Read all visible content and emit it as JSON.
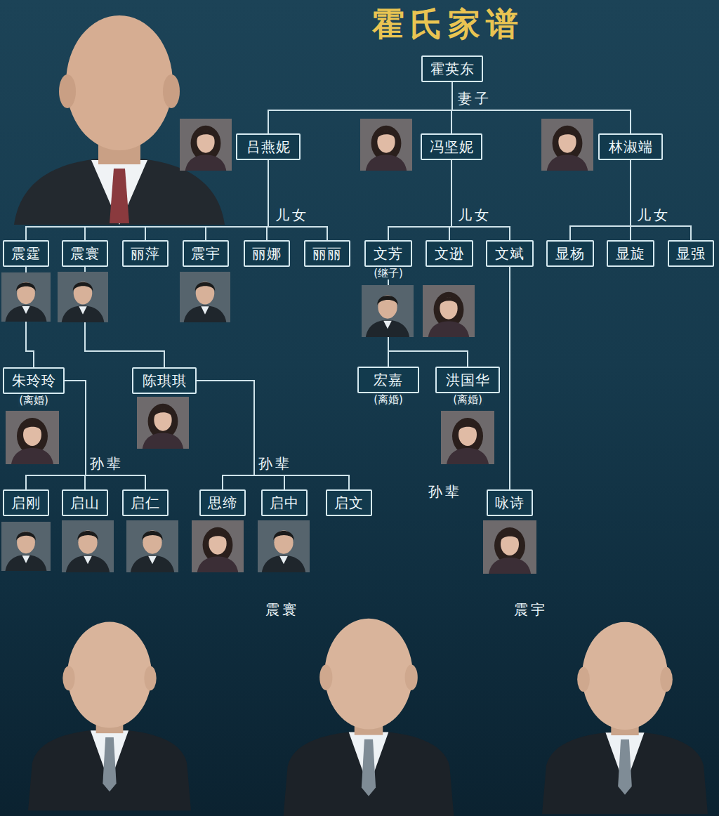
{
  "diagram": {
    "title": "霍氏家谱",
    "nodes": [
      {
        "text": [
          "霍英东"
        ]
      },
      {
        "text": [
          "吕燕妮"
        ]
      },
      {
        "text": [
          "冯坚妮"
        ]
      },
      {
        "text": [
          "林淑端"
        ]
      },
      {
        "text": [
          "震霆"
        ]
      },
      {
        "text": [
          "震寰"
        ]
      },
      {
        "text": [
          "丽萍"
        ]
      },
      {
        "text": [
          "震宇"
        ]
      },
      {
        "text": [
          "丽娜"
        ]
      },
      {
        "text": [
          "丽丽"
        ]
      },
      {
        "text": [
          "文芳",
          "(继子)"
        ]
      },
      {
        "text": [
          "文逊"
        ]
      },
      {
        "text": [
          "文斌"
        ]
      },
      {
        "text": [
          "显杨"
        ]
      },
      {
        "text": [
          "显旋"
        ]
      },
      {
        "text": [
          "显强"
        ]
      },
      {
        "text": [
          "朱玲玲",
          "(离婚)"
        ]
      },
      {
        "text": [
          "陈琪琪"
        ]
      },
      {
        "text": [
          "宏嘉",
          "(离婚)"
        ]
      },
      {
        "text": [
          "洪国华",
          "(离婚)"
        ]
      },
      {
        "text": [
          "启刚"
        ]
      },
      {
        "text": [
          "启山"
        ]
      },
      {
        "text": [
          "启仁"
        ]
      },
      {
        "text": [
          "思缔"
        ]
      },
      {
        "text": [
          "启中"
        ]
      },
      {
        "text": [
          "启文"
        ]
      },
      {
        "text": [
          "咏诗"
        ]
      }
    ],
    "edges": [
      {
        "from": 0,
        "to": 1,
        "arrow": "none"
      },
      {
        "from": 0,
        "to": 2,
        "arrow": "none"
      },
      {
        "from": 0,
        "to": 3,
        "arrow": "none"
      },
      {
        "from": 1,
        "to": 4,
        "arrow": "none"
      },
      {
        "from": 1,
        "to": 5,
        "arrow": "none"
      },
      {
        "from": 1,
        "to": 6,
        "arrow": "none"
      },
      {
        "from": 1,
        "to": 7,
        "arrow": "none"
      },
      {
        "from": 1,
        "to": 8,
        "arrow": "none"
      },
      {
        "from": 1,
        "to": 9,
        "arrow": "none"
      },
      {
        "from": 2,
        "to": 10,
        "arrow": "none"
      },
      {
        "from": 2,
        "to": 11,
        "arrow": "none"
      },
      {
        "from": 2,
        "to": 12,
        "arrow": "none"
      },
      {
        "from": 3,
        "to": 13,
        "arrow": "none"
      },
      {
        "from": 3,
        "to": 14,
        "arrow": "none"
      },
      {
        "from": 3,
        "to": 15,
        "arrow": "none"
      },
      {
        "from": 4,
        "to": 16,
        "arrow": "none"
      },
      {
        "from": 5,
        "to": 17,
        "arrow": "none"
      },
      {
        "from": 10,
        "to": 18,
        "arrow": "none"
      },
      {
        "from": 10,
        "to": 19,
        "arrow": "none"
      },
      {
        "from": 16,
        "to": 20,
        "arrow": "none"
      },
      {
        "from": 16,
        "to": 21,
        "arrow": "none"
      },
      {
        "from": 16,
        "to": 22,
        "arrow": "none"
      },
      {
        "from": 17,
        "to": 23,
        "arrow": "none"
      },
      {
        "from": 17,
        "to": 24,
        "arrow": "none"
      },
      {
        "from": 17,
        "to": 25,
        "arrow": "none"
      },
      {
        "from": 12,
        "to": 26,
        "arrow": "none"
      }
    ],
    "labels": [
      "妻子",
      "儿女",
      "儿女",
      "儿女",
      "孙辈",
      "孙辈",
      "孙辈",
      "震寰",
      "震宇"
    ]
  }
}
